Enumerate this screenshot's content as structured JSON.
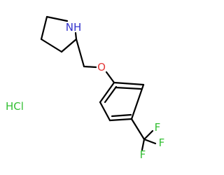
{
  "molecule": {
    "atoms": [
      {
        "id": "nh",
        "label": "NH"
      },
      {
        "id": "o",
        "label": "O"
      },
      {
        "id": "f1",
        "label": "F"
      },
      {
        "id": "f2",
        "label": "F"
      },
      {
        "id": "f3",
        "label": "F"
      }
    ],
    "salt": {
      "label": "HCl"
    }
  },
  "colors": {
    "bond": "#000000",
    "nitrogen": "#3232cc",
    "oxygen": "#e33a3a",
    "fluorine": "#33bf33",
    "chloride": "#33bf33"
  }
}
